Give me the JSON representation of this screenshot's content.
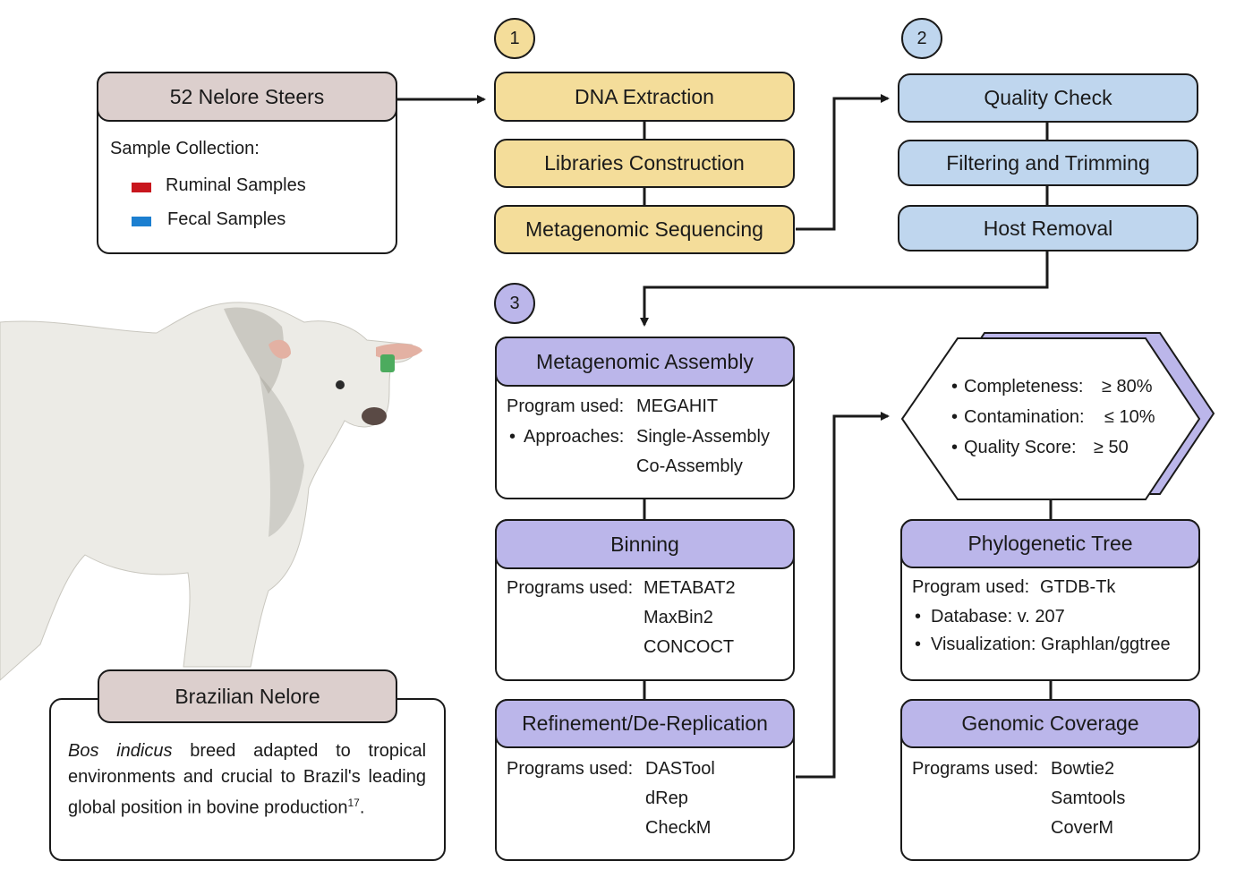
{
  "steers": {
    "title": "52 Nelore Steers",
    "collection_label": "Sample Collection:",
    "samples": [
      {
        "label": "Ruminal Samples",
        "color": "#c8161d"
      },
      {
        "label": "Fecal Samples",
        "color": "#1c7fd0"
      }
    ]
  },
  "nelore": {
    "title": "Brazilian Nelore",
    "desc_italic": "Bos indicus",
    "desc_text": " breed adapted to tropical environments and crucial to Brazil's leading global position in bovine production",
    "desc_ref": "17",
    "desc_end": "."
  },
  "steps": {
    "s1": "1",
    "s2": "2",
    "s3": "3"
  },
  "stage1": [
    "DNA Extraction",
    "Libraries Construction",
    "Metagenomic Sequencing"
  ],
  "stage2": [
    "Quality Check",
    "Filtering and Trimming",
    "Host Removal"
  ],
  "assembly": {
    "title": "Metagenomic Assembly",
    "program_label": "Program used:",
    "program": "MEGAHIT",
    "approaches_label": "Approaches:",
    "approaches": [
      "Single-Assembly",
      "Co-Assembly"
    ]
  },
  "binning": {
    "title": "Binning",
    "label": "Programs used:",
    "programs": [
      "METABAT2",
      "MaxBin2",
      "CONCOCT"
    ]
  },
  "refinement": {
    "title": "Refinement/De-Replication",
    "label": "Programs used:",
    "programs": [
      "DASTool",
      "dRep",
      "CheckM"
    ]
  },
  "criteria": [
    {
      "label": "Completeness:",
      "value": "≥ 80%"
    },
    {
      "label": "Contamination:",
      "value": "≤ 10%"
    },
    {
      "label": "Quality Score:",
      "value": "≥ 50"
    }
  ],
  "phylo": {
    "title": "Phylogenetic Tree",
    "program_label": "Program used:",
    "program": "GTDB-Tk",
    "items": [
      "Database: v. 207",
      "Visualization: Graphlan/ggtree"
    ]
  },
  "coverage": {
    "title": "Genomic Coverage",
    "label": "Programs used:",
    "programs": [
      "Bowtie2",
      "Samtools",
      "CoverM"
    ]
  },
  "colors": {
    "tan": "#dccfcd",
    "yellow": "#f4dd9a",
    "blue": "#bfd6ee",
    "purple": "#bbb6ea"
  }
}
